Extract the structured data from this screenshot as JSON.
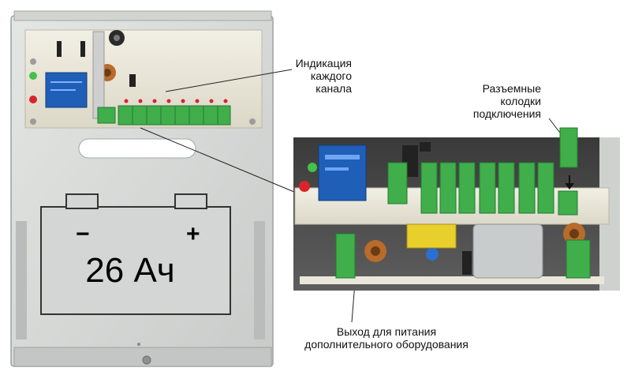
{
  "labels": {
    "channel_indication": [
      "Индикация",
      "каждого",
      "канала"
    ],
    "connectors": [
      "Разъемные",
      "колодки",
      "подключения"
    ],
    "aux_output": [
      "Выход для питания",
      "дополнительного оборудования"
    ]
  },
  "battery": {
    "capacity": "26 Ач",
    "minus": "−",
    "plus": "+"
  },
  "colors": {
    "enclosure": "#d6d8d6",
    "enclosure_edge": "#a9acaa",
    "pcb": "#ece9dc",
    "terminal_green": "#3fae4b",
    "relay_blue": "#1f5fb8",
    "led_red": "#d8242a",
    "led_green": "#45c04a"
  },
  "icons": [
    "mounting-hole-icon",
    "screw-icon",
    "relay-icon",
    "led-icon",
    "terminal-block-icon",
    "capacitor-icon",
    "coil-icon",
    "arrow-down-icon"
  ]
}
